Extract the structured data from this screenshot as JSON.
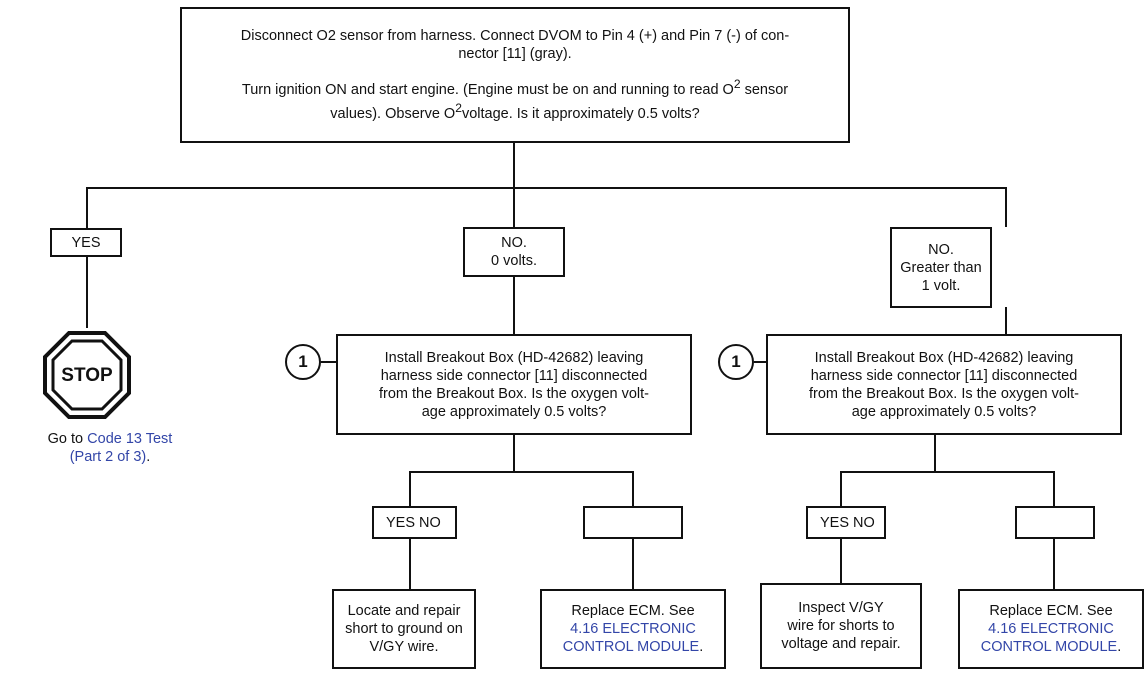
{
  "top": {
    "line1": "Disconnect O2 sensor from harness. Connect DVOM to Pin 4 (+) and Pin 7 (-) of con-",
    "line2": "nector [11] (gray).",
    "line3a": "Turn ignition ON and start engine. (Engine must be on and running to read O",
    "sup1": "2",
    "line3b": " sensor",
    "line4a": "values). Observe O",
    "sup2": "2",
    "line4b": "voltage. Is it approximately 0.5 volts?"
  },
  "branch_yes": {
    "label": "YES"
  },
  "stop": {
    "label": "STOP"
  },
  "goto": {
    "prefix": "Go to ",
    "link1": "Code 13 Test",
    "link2": "(Part 2 of 3)",
    "suffix": "."
  },
  "branch_no0": {
    "line1": "NO.",
    "line2": "0 volts."
  },
  "branch_no1": {
    "line1": "NO.",
    "line2": "Greater than",
    "line3": "1 volt."
  },
  "step_marker": "1",
  "breakout": {
    "line1": "Install Breakout Box (HD-42682) leaving",
    "line2": "harness side connector [11] disconnected",
    "line3": "from the Breakout Box. Is the oxygen volt-",
    "line4": "age approximately 0.5 volts?"
  },
  "yesno_label": "YES NO",
  "left_result": {
    "line1": "Locate and repair",
    "line2": "short to ground on",
    "line3": "V/GY wire."
  },
  "ecm_result": {
    "line1": "Replace ECM. See",
    "link1": "4.16 ELECTRONIC",
    "link2": "CONTROL MODULE",
    "suffix": "."
  },
  "right_result": {
    "line1": "Inspect V/GY",
    "line2": "wire for shorts to",
    "line3": "voltage and repair."
  }
}
